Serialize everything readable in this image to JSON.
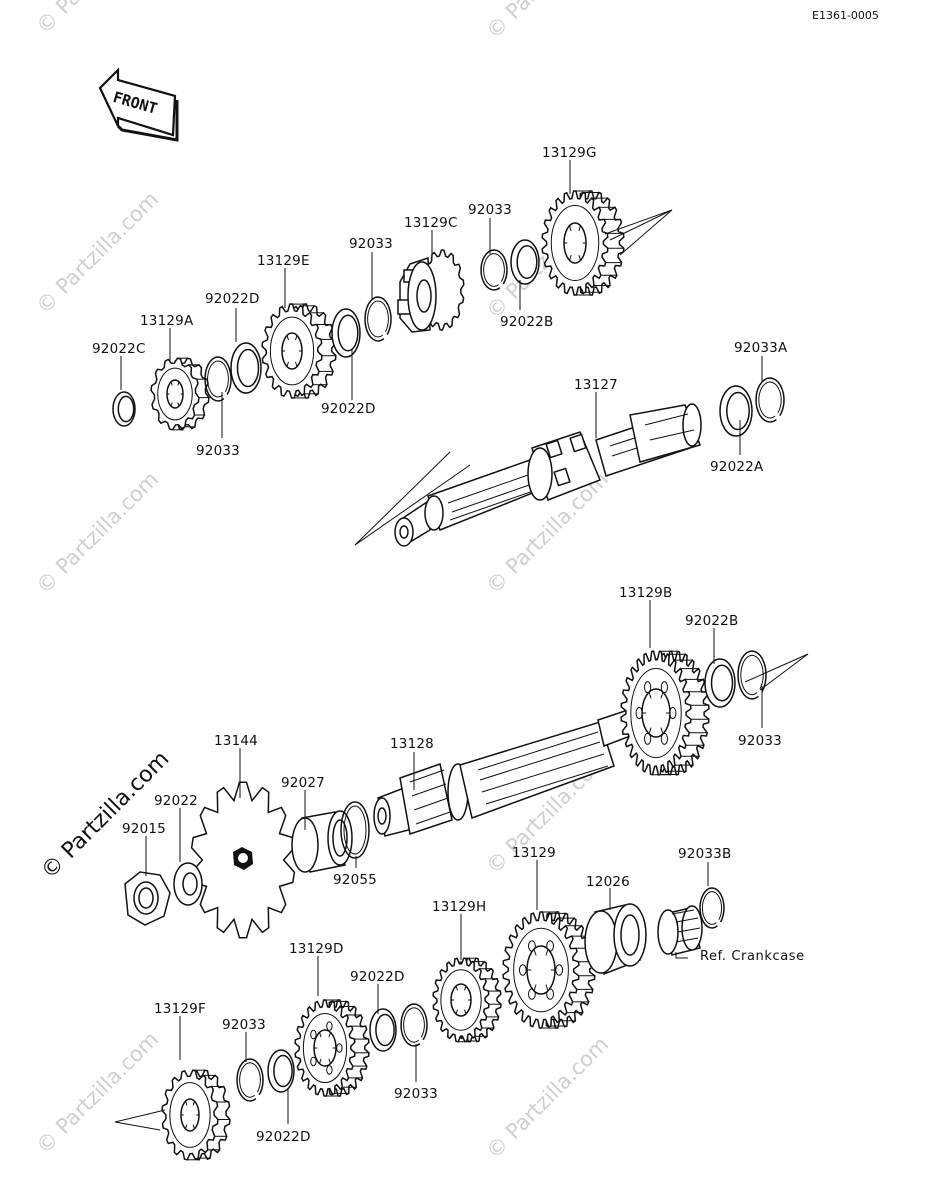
{
  "diagram_code": "E1361-0005",
  "front_label": "FRONT",
  "ref_note": "Ref.  Crankcase",
  "watermark_text": "© Partzilla.com",
  "colors": {
    "ink": "#111111",
    "watermark": "#cfcfcf",
    "background": "#ffffff"
  },
  "labels": {
    "p13129G": "13129G",
    "p92033_top1": "92033",
    "p13129C": "13129C",
    "p92033_top2": "92033",
    "p13129E": "13129E",
    "p92022D_top": "92022D",
    "p13129A": "13129A",
    "p92022C": "92022C",
    "p92022B_top": "92022B",
    "p92022D_mid": "92022D",
    "p92033_left": "92033",
    "p92033A": "92033A",
    "p13127": "13127",
    "p92022A": "92022A",
    "p13129B": "13129B",
    "p92022B_right": "92022B",
    "p92033_right": "92033",
    "p13144": "13144",
    "p13128": "13128",
    "p92027": "92027",
    "p92022": "92022",
    "p92015": "92015",
    "p92055": "92055",
    "p13129": "13129",
    "p92033B": "92033B",
    "p13129H": "13129H",
    "p12026": "12026",
    "p13129D": "13129D",
    "p92022D_low": "92022D",
    "p13129F": "13129F",
    "p92033_low1": "92033",
    "p92033_low2": "92033",
    "p92022D_bottom": "92022D"
  }
}
